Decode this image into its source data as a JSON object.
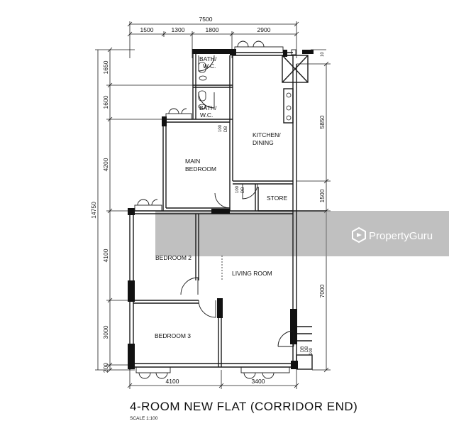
{
  "title": "4-ROOM NEW FLAT (CORRIDOR END)",
  "scale": "SCALE 1:100",
  "watermark": "PropertyGuru",
  "rooms": {
    "bath1": [
      "BATH/",
      "W.C."
    ],
    "bath2": [
      "BATH/",
      "W.C."
    ],
    "kitchen": [
      "KITCHEN/",
      "DINING"
    ],
    "main_bedroom": [
      "MAIN",
      "BEDROOM"
    ],
    "store": "STORE",
    "bedroom2": "BEDROOM 2",
    "living_room": "LIVING ROOM",
    "bedroom3": "BEDROOM 3"
  },
  "dimensions": {
    "top_total": "7500",
    "top_segments": [
      "1500",
      "1300",
      "1800",
      "2900"
    ],
    "bottom_segments": [
      "4100",
      "3400"
    ],
    "left_total": "14750",
    "left_segments": [
      "1650",
      "1600",
      "4200",
      "4100",
      "3000",
      "200"
    ],
    "right_segments": [
      "5850",
      "1500",
      "7000"
    ],
    "small_tags": [
      "100",
      "DB",
      "100",
      "DB",
      "10",
      "DB",
      "DB",
      "100"
    ]
  },
  "colors": {
    "wall": "#111111",
    "line": "#1a1a1a",
    "band": "#8c8c8c"
  }
}
